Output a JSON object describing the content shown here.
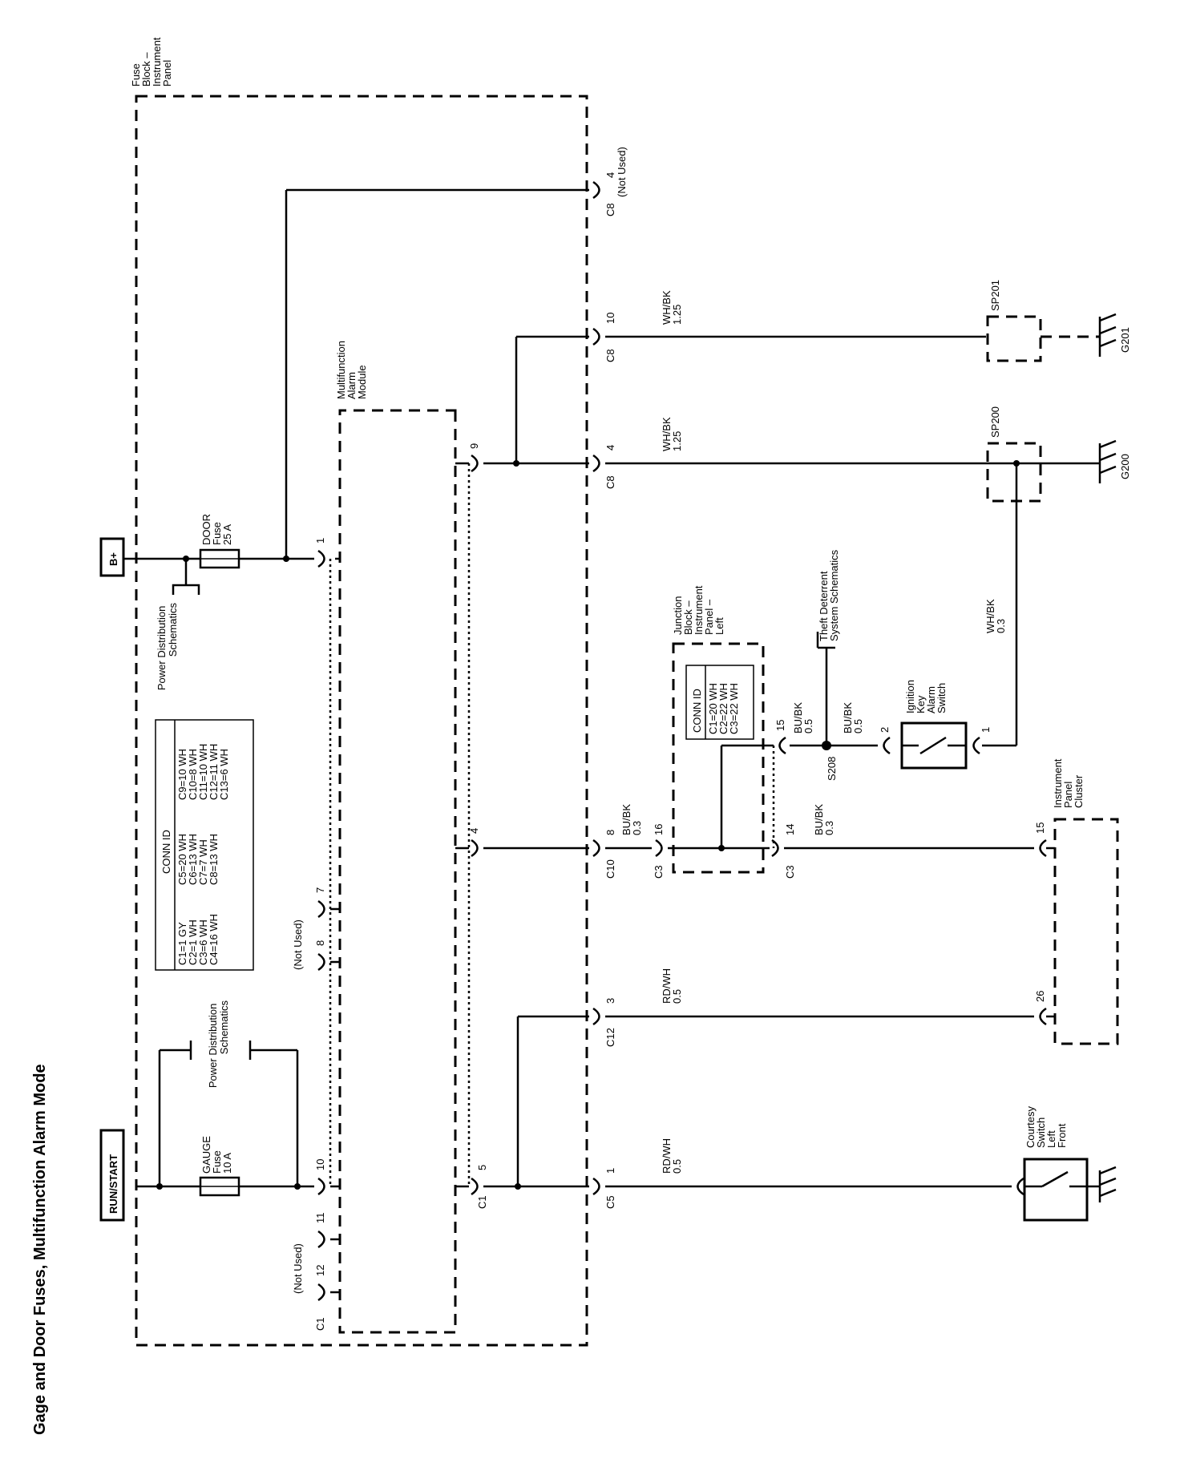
{
  "title": "Gage and Door Fuses, Multifunction Alarm Mode",
  "sources": {
    "b_plus": "B+",
    "run_start": "RUN/START"
  },
  "fuse_block": [
    "Fuse",
    "Block –",
    "Instrument",
    "Panel"
  ],
  "module": [
    "Multifunction",
    "Alarm",
    "Module"
  ],
  "junction_block": [
    "Junction",
    "Block –",
    "Instrument",
    "Panel –",
    "Left"
  ],
  "cluster": [
    "Instrument",
    "Panel",
    "Cluster"
  ],
  "courtesy_switch": [
    "Courtesy",
    "Switch",
    "Left",
    "Front"
  ],
  "ignition_switch": [
    "Ignition",
    "Key",
    "Alarm",
    "Switch"
  ],
  "door_fuse": [
    "DOOR",
    "Fuse",
    "25 A"
  ],
  "gauge_fuse": [
    "GAUGE",
    "Fuse",
    "10 A"
  ],
  "power_dist": [
    "Power Distribution",
    "Schematics"
  ],
  "theft": [
    "Theft Deterrent",
    "System Schematics"
  ],
  "not_used": "(Not Used)",
  "conn_id_main": {
    "header": "CONN ID",
    "col1": [
      "C1=1 GY",
      "C2=1 WH",
      "C3=6 WH",
      "C4=16 WH"
    ],
    "col2": [
      "C5=20 WH",
      "C6=13 WH",
      "C7=7 WH",
      "C8=13 WH"
    ],
    "col3": [
      "C9=10 WH",
      "C10=8 WH",
      "C11=10 WH",
      "C12=11 WH",
      "C13=6 WH"
    ]
  },
  "conn_id_junction": {
    "header": "CONN ID",
    "rows": [
      "C1=20 WH",
      "C2=22 WH",
      "C3=22 WH"
    ]
  },
  "wires": {
    "whbk125": [
      "WH/BK",
      "1.25"
    ],
    "whbk03": [
      "WH/BK",
      "0.3"
    ],
    "bubk03": [
      "BU/BK",
      "0.3"
    ],
    "bubk05": [
      "BU/BK",
      "0.5"
    ],
    "rdwh05": [
      "RD/WH",
      "0.5"
    ]
  },
  "splices": {
    "sp201": "SP201",
    "sp200": "SP200",
    "s208": "S208"
  },
  "grounds": {
    "g201": "G201",
    "g200": "G200"
  },
  "connectors": {
    "c1": "C1",
    "c3": "C3",
    "c5": "C5",
    "c8": "C8",
    "c10": "C10",
    "c12": "C12"
  },
  "pins": {
    "p1": "1",
    "p2": "2",
    "p3": "3",
    "p4": "4",
    "p5": "5",
    "p7": "7",
    "p8": "8",
    "p9": "9",
    "p10": "10",
    "p11": "11",
    "p12": "12",
    "p14": "14",
    "p15": "15",
    "p16": "16",
    "p26": "26"
  }
}
